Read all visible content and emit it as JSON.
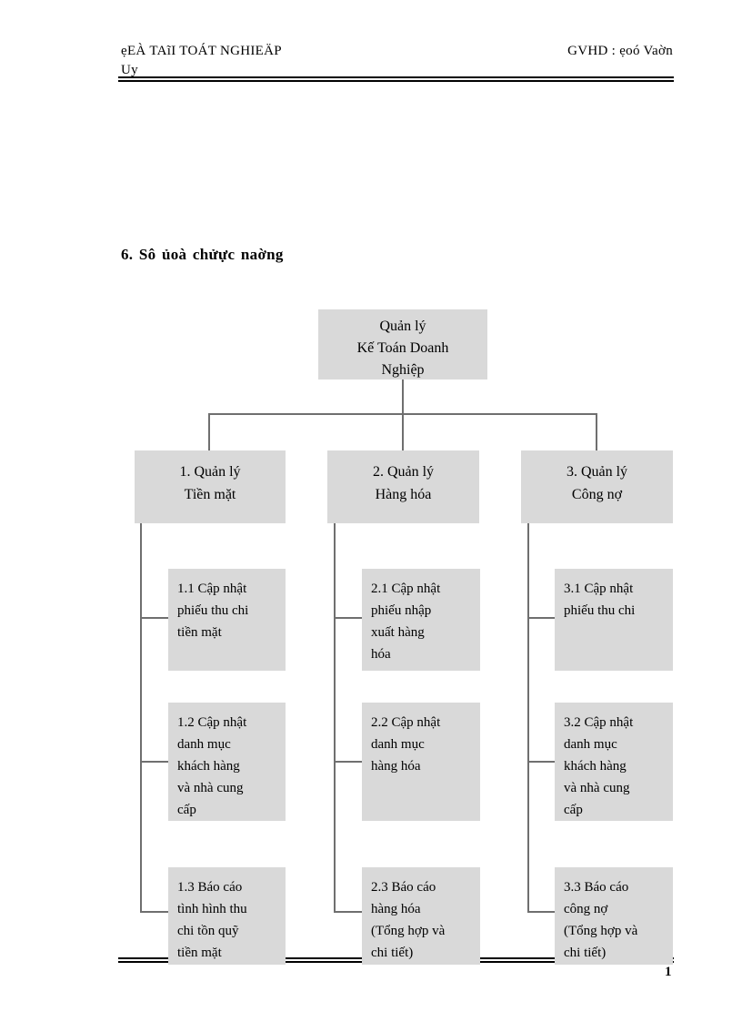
{
  "page": {
    "header": {
      "left_line1": "ẹEÀ TAĩI TOÁT NGHIEÄP",
      "left_line2": "Uy",
      "right": "GVHD : ẹoó Vaờn"
    },
    "section_heading": "6. Sô ủoà chửực naờng",
    "footer": {
      "page_number": "1"
    }
  },
  "colors": {
    "box_fill": "#d9d9d9",
    "connector_line": "#6f6f6f",
    "rule_line": "#000000",
    "text": "#000000"
  },
  "diagram": {
    "type": "org-tree",
    "title": "Sô ủoà chửực naờng (function decomposition diagram)",
    "root": {
      "label": "Quản lý\nKế Toán Doanh\nNghiệp"
    },
    "branches": [
      {
        "label": "1. Quản lý\nTiền mặt",
        "children": [
          "1.1 Cập nhật\nphiếu thu chi\ntiền mặt",
          "1.2 Cập nhật\ndanh mục\nkhách hàng\nvà nhà cung\ncấp",
          "1.3 Báo cáo\ntình hình thu\nchi tồn quỹ\ntiền mặt"
        ]
      },
      {
        "label": "2. Quản lý\nHàng hóa",
        "children": [
          "2.1 Cập nhật\nphiếu nhập\nxuất hàng\nhóa",
          "2.2 Cập nhật\ndanh mục\nhàng hóa",
          "2.3 Báo cáo\nhàng hóa\n(Tổng hợp và\nchi tiết)"
        ]
      },
      {
        "label": "3. Quản lý\nCông nợ",
        "children": [
          "3.1 Cập nhật\nphiếu thu chi",
          "3.2 Cập nhật\ndanh mục\nkhách hàng\nvà nhà cung\ncấp",
          "3.3 Báo cáo\ncông nợ\n(Tổng hợp và\nchi tiết)"
        ]
      }
    ]
  }
}
